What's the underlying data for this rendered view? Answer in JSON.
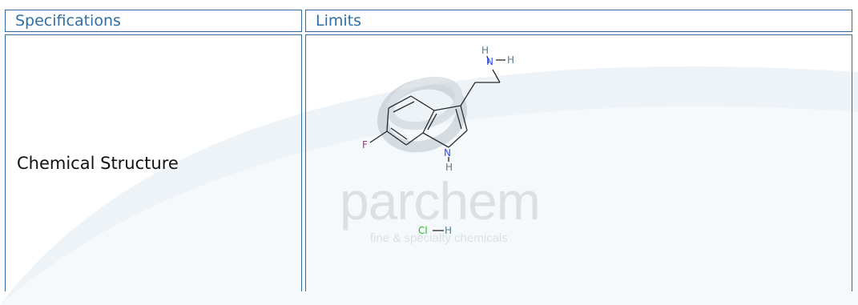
{
  "table": {
    "header": {
      "col1": "Specifications",
      "col2": "Limits"
    },
    "rows": [
      {
        "label": "Chemical Structure"
      }
    ]
  },
  "structure": {
    "atoms": {
      "amine_h1": "H",
      "amine_n": "N",
      "amine_h2": "H",
      "fluorine": "F",
      "ring_n": "N",
      "ring_nh": "H",
      "chlorine": "Cl",
      "hcl_h": "H"
    }
  },
  "watermark": {
    "brand": "parchem",
    "tagline": "fine & specialty chemicals"
  },
  "colors": {
    "border": "#2e6ca3",
    "header_text": "#2f6fa6",
    "nitrogen": "#3050f8",
    "fluorine": "#b0308f",
    "chlorine": "#1fc01f",
    "hydrogen": "#5a7a8a",
    "background_arc": "#e9eff5"
  }
}
